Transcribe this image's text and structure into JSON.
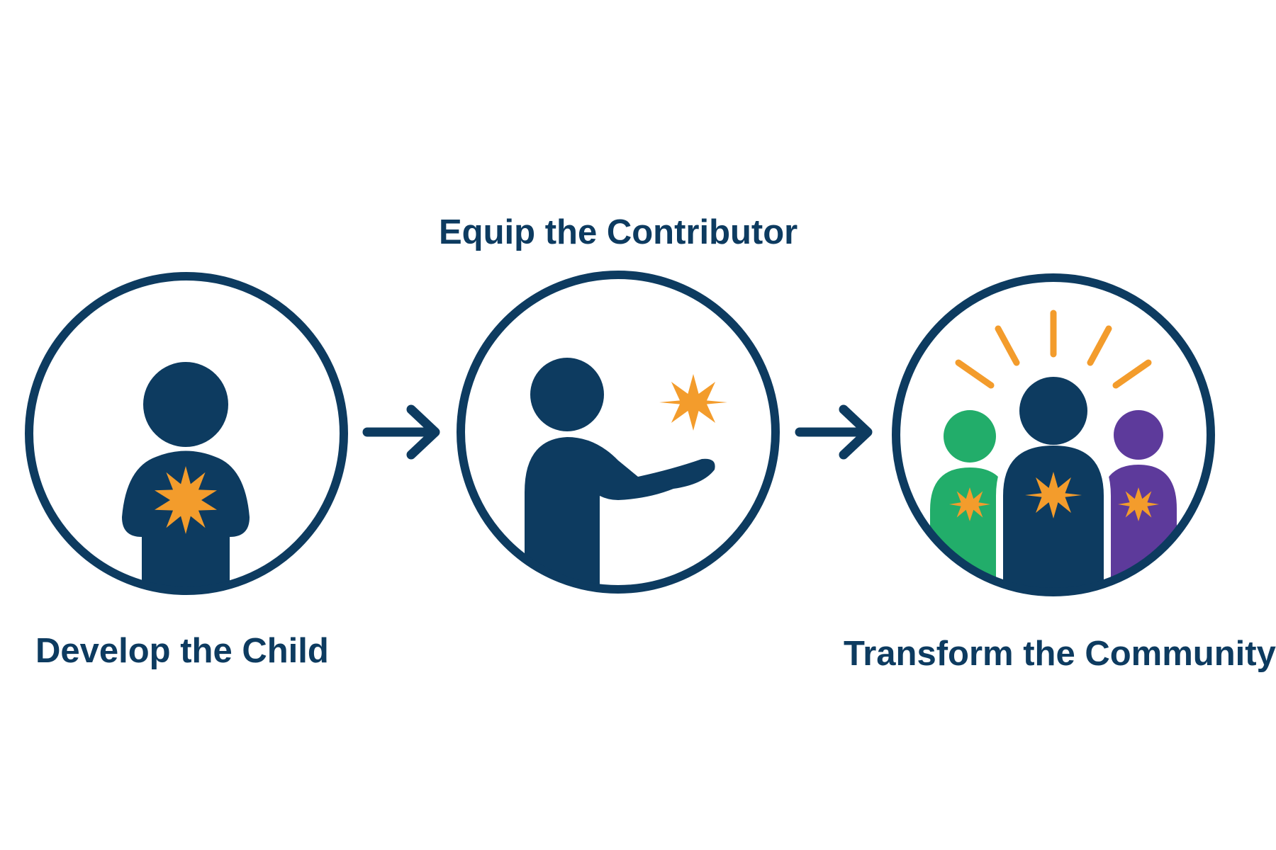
{
  "colors": {
    "navy": "#0d3b60",
    "orange": "#f39c2c",
    "green": "#22ad6a",
    "purple": "#5d3a9b",
    "background": "#ffffff"
  },
  "steps": [
    {
      "label": "Develop the Child",
      "icon": "child-with-star-on-chest-icon"
    },
    {
      "label": "Equip the Contributor",
      "icon": "person-offering-star-icon"
    },
    {
      "label": "Transform the Community",
      "icon": "community-group-radiating-icon"
    }
  ],
  "connectors": [
    {
      "icon": "arrow-right-icon"
    },
    {
      "icon": "arrow-right-icon"
    }
  ]
}
